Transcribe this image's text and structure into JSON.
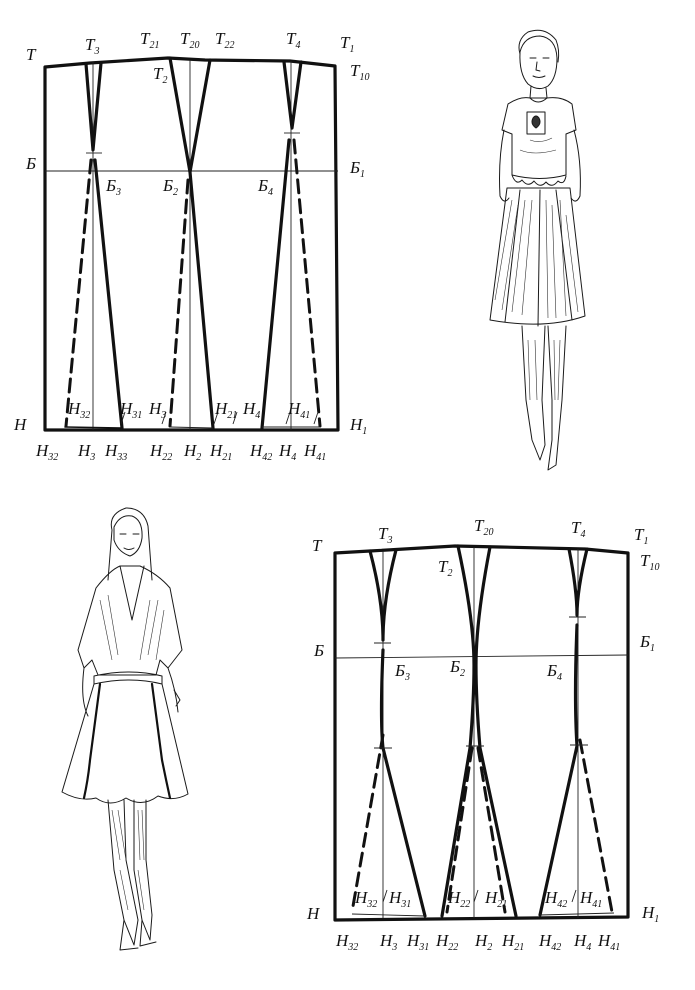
{
  "diagram_top": {
    "corners": {
      "t_left": "Т",
      "t_right_a": "Т",
      "t_right_a_sub": "1",
      "t_right_b": "Т",
      "t_right_b_sub": "10",
      "b_left": "Б",
      "b_right": "Б",
      "b_right_sub": "1",
      "h_left": "Н",
      "h_right": "Н",
      "h_right_sub": "1"
    },
    "top_labels": [
      {
        "m": "Т",
        "s": "3"
      },
      {
        "m": "Т",
        "s": "21"
      },
      {
        "m": "Т",
        "s": "20"
      },
      {
        "m": "Т",
        "s": "22"
      },
      {
        "m": "Т",
        "s": "4"
      },
      {
        "m": "Т",
        "s": "2"
      }
    ],
    "hip_labels": [
      {
        "m": "Б",
        "s": "3"
      },
      {
        "m": "Б",
        "s": "2"
      },
      {
        "m": "Б",
        "s": "4"
      }
    ],
    "inner_bottom_labels": [
      {
        "m": "Н",
        "s": "32"
      },
      {
        "m": "Н",
        "s": "31"
      },
      {
        "m": "Н",
        "s": "3"
      },
      {
        "m": "Н",
        "s": "21"
      },
      {
        "m": "Н",
        "s": "4"
      },
      {
        "m": "Н",
        "s": "41"
      }
    ],
    "bottom_labels": [
      {
        "m": "Н",
        "s": "32"
      },
      {
        "m": "Н",
        "s": "3"
      },
      {
        "m": "Н",
        "s": "33"
      },
      {
        "m": "Н",
        "s": "22"
      },
      {
        "m": "Н",
        "s": "2"
      },
      {
        "m": "Н",
        "s": "21"
      },
      {
        "m": "Н",
        "s": "42"
      },
      {
        "m": "Н",
        "s": "4"
      },
      {
        "m": "Н",
        "s": "41"
      }
    ]
  },
  "diagram_bottom": {
    "corners": {
      "t_left": "Т",
      "t_right_a": "Т",
      "t_right_a_sub": "1",
      "t_right_b": "Т",
      "t_right_b_sub": "10",
      "b_left": "Б",
      "b_right": "Б",
      "b_right_sub": "1",
      "h_left": "Н",
      "h_right": "Н",
      "h_right_sub": "1"
    },
    "top_labels": [
      {
        "m": "Т",
        "s": "3"
      },
      {
        "m": "Т",
        "s": "20"
      },
      {
        "m": "Т",
        "s": "4"
      },
      {
        "m": "Т",
        "s": "2"
      }
    ],
    "hip_labels": [
      {
        "m": "Б",
        "s": "3"
      },
      {
        "m": "Б",
        "s": "2"
      },
      {
        "m": "Б",
        "s": "4"
      }
    ],
    "inner_bottom_labels": [
      {
        "m": "Н",
        "s": "32"
      },
      {
        "m": "Н",
        "s": "31"
      },
      {
        "m": "Н",
        "s": "22"
      },
      {
        "m": "Н",
        "s": "21"
      },
      {
        "m": "Н",
        "s": "42"
      },
      {
        "m": "Н",
        "s": "41"
      }
    ],
    "bottom_labels": [
      {
        "m": "Н",
        "s": "32"
      },
      {
        "m": "Н",
        "s": "3"
      },
      {
        "m": "Н",
        "s": "31"
      },
      {
        "m": "Н",
        "s": "22"
      },
      {
        "m": "Н",
        "s": "2"
      },
      {
        "m": "Н",
        "s": "21"
      },
      {
        "m": "Н",
        "s": "42"
      },
      {
        "m": "Н",
        "s": "4"
      },
      {
        "m": "Н",
        "s": "41"
      }
    ]
  }
}
